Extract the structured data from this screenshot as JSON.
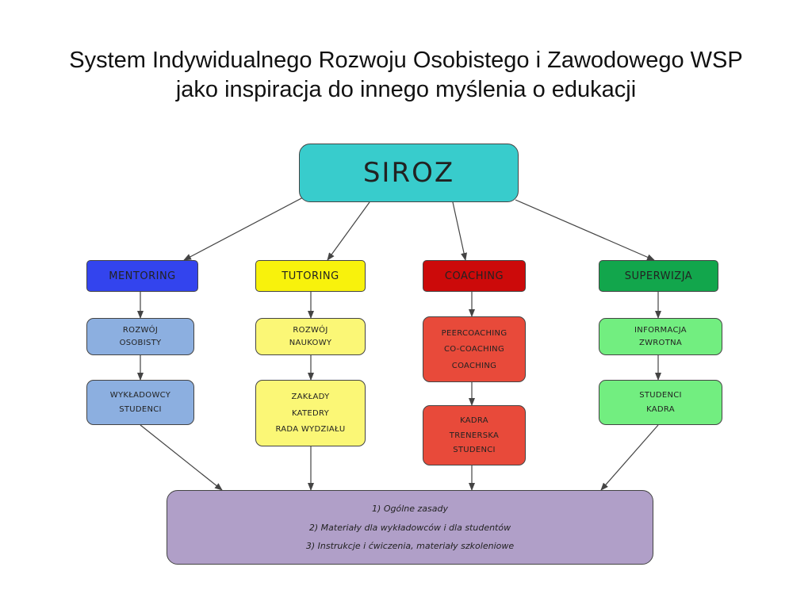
{
  "title": {
    "line1": "System Indywidualnego Rozwoju Osobistego i Zawodowego WSP",
    "line2": "jako inspiracja do innego myślenia o edukacji"
  },
  "root": {
    "label": "SIROZ",
    "color": "#38cccc"
  },
  "colors": {
    "mentoring": "#3344ee",
    "mentoring_light": "#8cafe0",
    "tutoring": "#f8f20c",
    "tutoring_light": "#fbf776",
    "coaching": "#cc0a0a",
    "coaching_light": "#e84a3a",
    "superwizja": "#12a64c",
    "superwizja_light": "#72ee80",
    "bottom": "#b09fc8",
    "lines": "#444444"
  },
  "branches": {
    "mentoring": {
      "label": "MENTORING",
      "box1": [
        "ROZWÓJ",
        "OSOBISTY"
      ],
      "box2": [
        "WYKŁADOWCY",
        "STUDENCI"
      ]
    },
    "tutoring": {
      "label": "TUTORING",
      "box1": [
        "ROZWÓJ",
        "NAUKOWY"
      ],
      "box2": [
        "ZAKŁADY",
        "KATEDRY",
        "RADA WYDZIAŁU"
      ]
    },
    "coaching": {
      "label": "COACHING",
      "box1": [
        "PEERCOACHING",
        "CO-COACHING",
        "COACHING"
      ],
      "box2": [
        "KADRA",
        "TRENERSKA",
        "STUDENCI"
      ]
    },
    "superwizja": {
      "label": "SUPERWIZJA",
      "box1": [
        "INFORMACJA",
        "ZWROTNA"
      ],
      "box2": [
        "STUDENCI",
        "KADRA"
      ]
    }
  },
  "bottom": {
    "items": [
      "1) Ogólne zasady",
      "2) Materiały dla wykładowców i dla studentów",
      "3) Instrukcje i ćwiczenia, materiały szkoleniowe"
    ]
  }
}
